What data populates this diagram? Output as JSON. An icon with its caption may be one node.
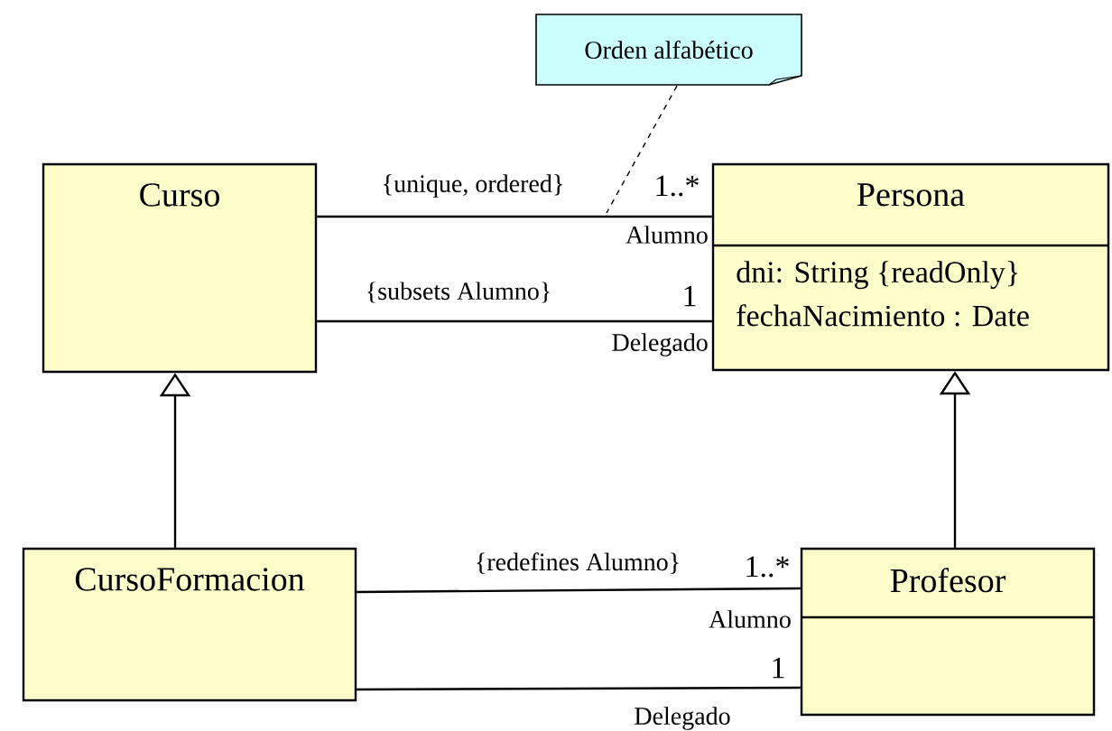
{
  "diagram": {
    "nodes": [
      {
        "text": [
          "Orden alfabético"
        ]
      },
      {
        "text": [
          "Curso"
        ]
      },
      {
        "text": [
          "Persona",
          "dni: String {readOnly}",
          "fechaNacimiento : Date"
        ]
      },
      {
        "text": [
          "CursoFormacion"
        ]
      },
      {
        "text": [
          "Profesor"
        ]
      }
    ],
    "edges": [
      {
        "from": 1,
        "to": 2,
        "arrow": "none",
        "label": "{unique, ordered}"
      },
      {
        "from": 1,
        "to": 2,
        "arrow": "none",
        "label": "{subsets Alumno}"
      },
      {
        "from": 3,
        "to": 1,
        "arrow": "to"
      },
      {
        "from": 4,
        "to": 2,
        "arrow": "to"
      },
      {
        "from": 3,
        "to": 4,
        "arrow": "none",
        "label": "{redefines Alumno}"
      },
      {
        "from": 3,
        "to": 4,
        "arrow": "none"
      },
      {
        "from": 0,
        "to": null,
        "arrow": "none",
        "style": "dashed"
      }
    ],
    "labels": [
      "1..*",
      "Alumno",
      "1",
      "Delegado",
      "1..*",
      "Alumno",
      "1",
      "Delegado"
    ]
  }
}
